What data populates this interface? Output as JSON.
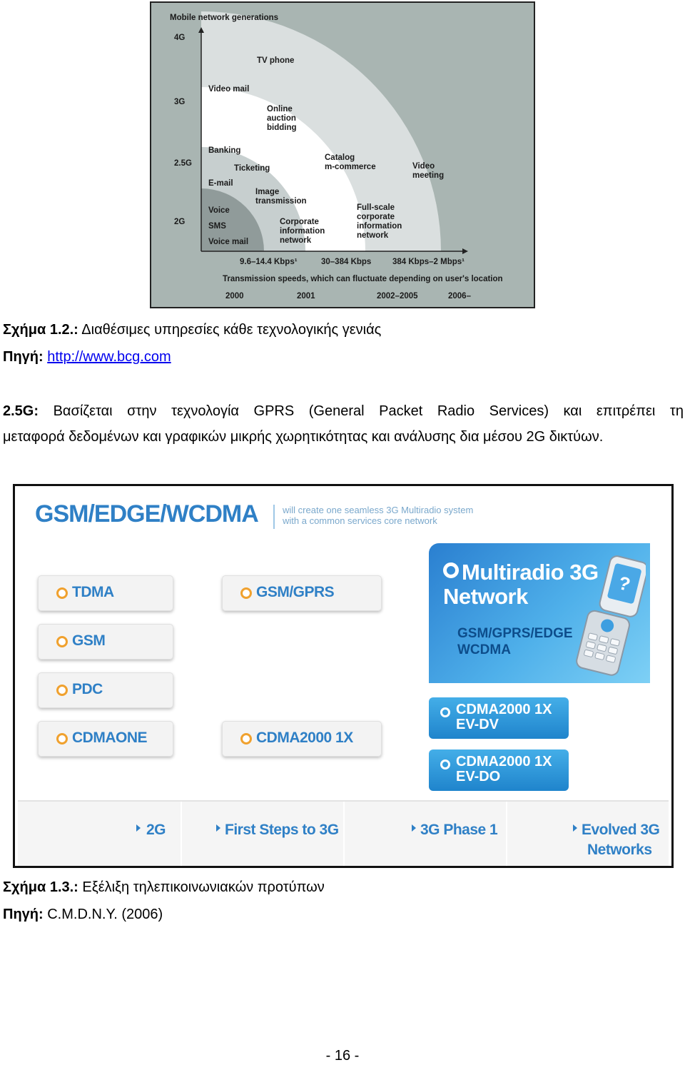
{
  "figure1": {
    "title": "Mobile network generations",
    "y_labels": [
      "4G",
      "3G",
      "2.5G",
      "2G"
    ],
    "services": [
      "TV phone",
      "Video mail",
      "Online auction bidding",
      "Banking",
      "Ticketing",
      "E-mail",
      "Catalog m-commerce",
      "Video meeting",
      "Image transmission",
      "Voice",
      "SMS",
      "Voice mail",
      "Corporate information network",
      "Full-scale corporate information network"
    ],
    "speed_ticks": [
      "9.6–14.4 Kbps¹",
      "30–384 Kbps",
      "384 Kbps–2 Mbps¹"
    ],
    "axis_caption": "Transmission speeds, which can fluctuate depending on user's location",
    "years": [
      "2000",
      "2001",
      "2002–2005",
      "2006–"
    ]
  },
  "caption1": {
    "label": "Σχήμα 1.2.:",
    "text": " Διαθέσιμες υπηρεσίες κάθε τεχνολογικής γενιάς",
    "source_label": "Πηγή:",
    "source_link": "http://www.bcg.com"
  },
  "paragraph": {
    "lead": "2.5G:",
    "line1_words": [
      "Βασίζεται",
      "στην",
      "τεχνολογία",
      "GPRS",
      "(General",
      "Packet",
      "Radio",
      "Services)",
      "και",
      "επιτρέπει",
      "τη"
    ],
    "line2": "μεταφορά δεδομένων και γραφικών μικρής χωρητικότητας και ανάλυσης δια μέσου 2G δικτύων."
  },
  "figure2": {
    "title": "GSM/EDGE/WCDMA",
    "subtitle_line1": "will create one seamless 3G Multiradio system",
    "subtitle_line2": "with a common services core network",
    "col1": [
      "TDMA",
      "GSM",
      "PDC",
      "CDMAONE"
    ],
    "col2": [
      "GSM/GPRS",
      "CDMA2000 1X"
    ],
    "multiradio": {
      "title_line1": "Multiradio 3G",
      "title_line2": "Network",
      "sub_line1": "GSM/GPRS/EDGE",
      "sub_line2": "WCDMA"
    },
    "cdma_boxes": [
      {
        "line1": "CDMA2000 1X",
        "line2": "EV-DV"
      },
      {
        "line1": "CDMA2000 1X",
        "line2": "EV-DO"
      }
    ],
    "phases": [
      "2G",
      "First Steps to 3G",
      "3G Phase 1",
      "Evolved 3G"
    ],
    "phase4_line2": "Networks",
    "colors": {
      "accent": "#2f80c6",
      "bullet": "#f0a12e",
      "multiradio": "#3d9ee0"
    }
  },
  "caption2": {
    "label": "Σχήμα 1.3.:",
    "text": " Εξέλιξη τηλεπικοινωνιακών προτύπων",
    "source_label": "Πηγή:",
    "source_text": " C.M.D.N.Y. (2006)"
  },
  "page_number": "- 16 -"
}
